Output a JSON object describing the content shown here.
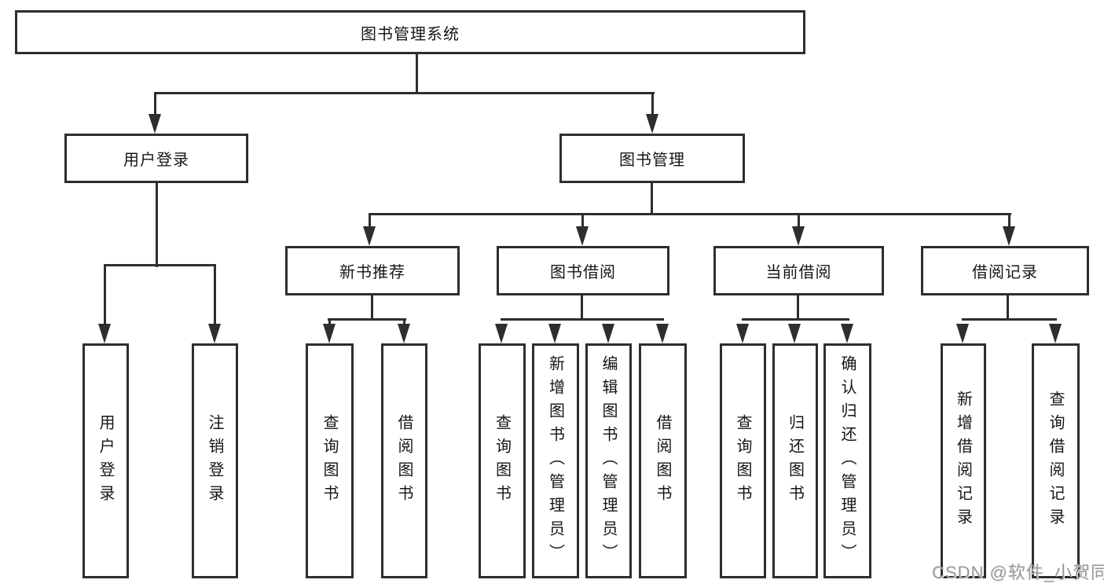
{
  "diagram": {
    "root": {
      "label": "图书管理系统"
    },
    "level2": [
      {
        "label": "用户登录"
      },
      {
        "label": "图书管理"
      }
    ],
    "level3": [
      {
        "label": "新书推荐"
      },
      {
        "label": "图书借阅"
      },
      {
        "label": "当前借阅"
      },
      {
        "label": "借阅记录"
      }
    ],
    "leaves": [
      {
        "label": "用户登录"
      },
      {
        "label": "注销登录"
      },
      {
        "label": "查询图书"
      },
      {
        "label": "借阅图书"
      },
      {
        "label": "查询图书"
      },
      {
        "label": "新增图书（管理员）"
      },
      {
        "label": "编辑图书（管理员）"
      },
      {
        "label": "借阅图书"
      },
      {
        "label": "查询图书"
      },
      {
        "label": "归还图书"
      },
      {
        "label": "确认归还（管理员）"
      },
      {
        "label": "新增借阅记录"
      },
      {
        "label": "查询借阅记录"
      }
    ],
    "watermark": "CSDN @软件_小贺同学",
    "colors": {
      "line": "#2e2e2e",
      "box_border": "#2e2e2e",
      "box_fill": "#ffffff",
      "text": "#161616",
      "watermark": "#9b9b9b"
    }
  }
}
